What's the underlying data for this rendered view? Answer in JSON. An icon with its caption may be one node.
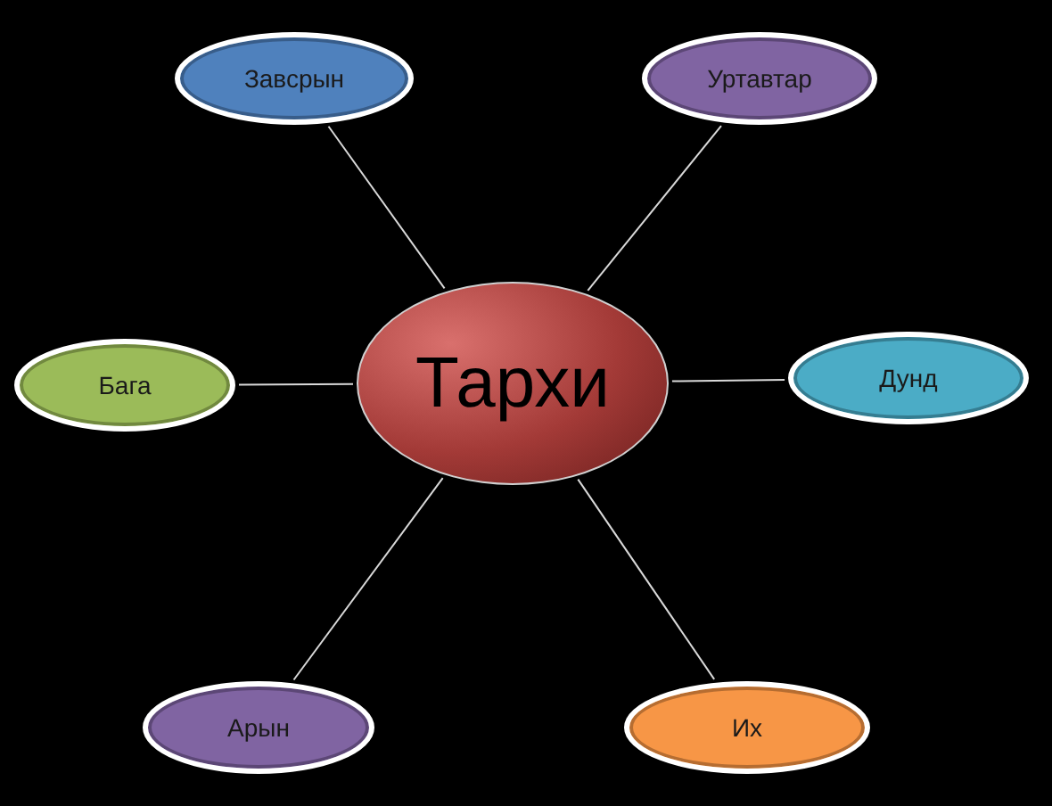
{
  "diagram": {
    "nodes": [
      {
        "text": [
          "Завсрын"
        ]
      },
      {
        "text": [
          "Уртавтар"
        ]
      },
      {
        "text": [
          "Бага"
        ]
      },
      {
        "text": [
          "Тархи"
        ]
      },
      {
        "text": [
          "Дунд"
        ]
      },
      {
        "text": [
          "Арын"
        ]
      },
      {
        "text": [
          "Их"
        ]
      }
    ],
    "edges": [
      {
        "from": 3,
        "to": 0,
        "arrow": "none"
      },
      {
        "from": 3,
        "to": 1,
        "arrow": "none"
      },
      {
        "from": 3,
        "to": 2,
        "arrow": "none"
      },
      {
        "from": 3,
        "to": 4,
        "arrow": "none"
      },
      {
        "from": 3,
        "to": 5,
        "arrow": "none"
      },
      {
        "from": 3,
        "to": 6,
        "arrow": "none"
      }
    ]
  }
}
